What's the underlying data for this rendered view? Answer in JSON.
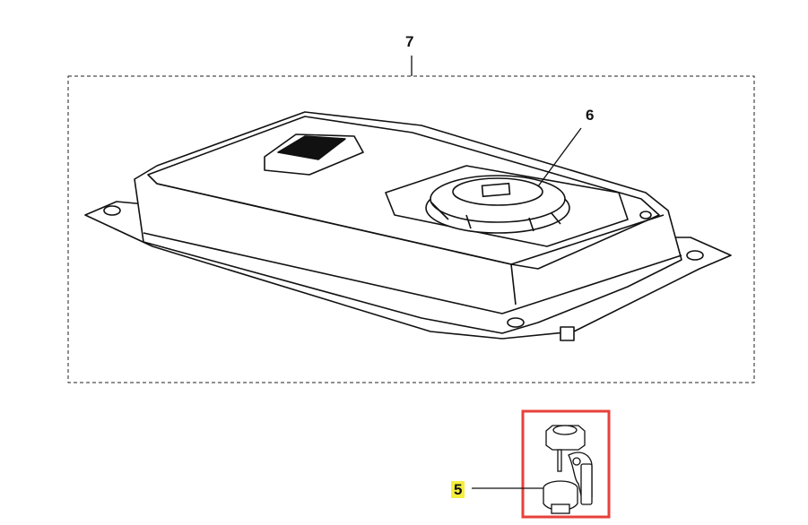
{
  "callouts": [
    {
      "number": "7",
      "part": "fuel-tank-assembly"
    },
    {
      "number": "6",
      "part": "fuel-cap"
    },
    {
      "number": "5",
      "part": "fuel-valve",
      "highlighted": true
    }
  ],
  "colors": {
    "highlight_box": "#e8403a",
    "label_highlight": "#f5ee3c",
    "line": "#111111"
  }
}
